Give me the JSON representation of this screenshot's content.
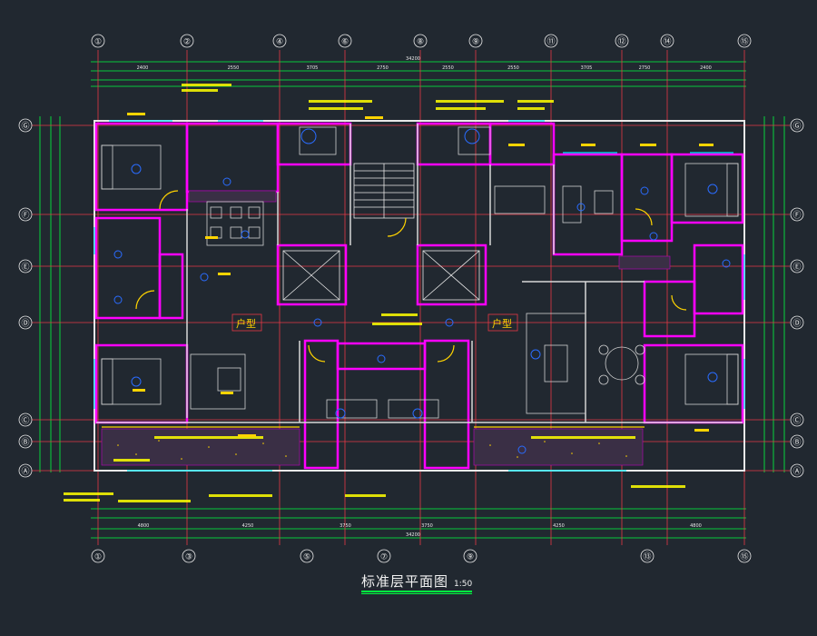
{
  "drawing": {
    "title": "标准层平面图",
    "scale": "1:50",
    "top_axes": [
      "①",
      "②",
      "④",
      "⑥",
      "⑧",
      "⑨",
      "⑪",
      "⑫",
      "⑭",
      "⑮"
    ],
    "bottom_axes": [
      "①",
      "③",
      "⑤",
      "⑦",
      "⑨",
      "⑬",
      "⑮"
    ],
    "left_axes": [
      "Ⓖ",
      "Ⓕ",
      "Ⓔ",
      "Ⓓ",
      "Ⓒ",
      "Ⓑ",
      "Ⓐ"
    ],
    "right_axes": [
      "Ⓖ",
      "Ⓕ",
      "Ⓔ",
      "Ⓓ",
      "Ⓒ",
      "Ⓑ",
      "Ⓐ"
    ],
    "unit_labels": [
      "户型",
      "户型"
    ],
    "top_dims_overall": [
      "2400",
      "2550",
      "3705",
      "2750",
      "2550",
      "2550",
      "3705",
      "2750",
      "2400"
    ],
    "bottom_dims_overall": [
      "4800",
      "4250",
      "3750",
      "3750",
      "4250",
      "4800"
    ],
    "total_dim": "34200"
  },
  "colors": {
    "background": "#212830",
    "axis": "#e63946",
    "wall_magenta": "#ff00ff",
    "wall_white": "#e8e8e8",
    "dimension_green": "#00ff40",
    "furniture_white": "#d0d0d0",
    "text_yellow": "#ffff00",
    "door_yellow": "#ffd400",
    "window_cyan": "#00e5ff",
    "fixture_blue": "#2a6cff",
    "hatch_magenta": "#c000c0",
    "label_red": "#e63946"
  }
}
